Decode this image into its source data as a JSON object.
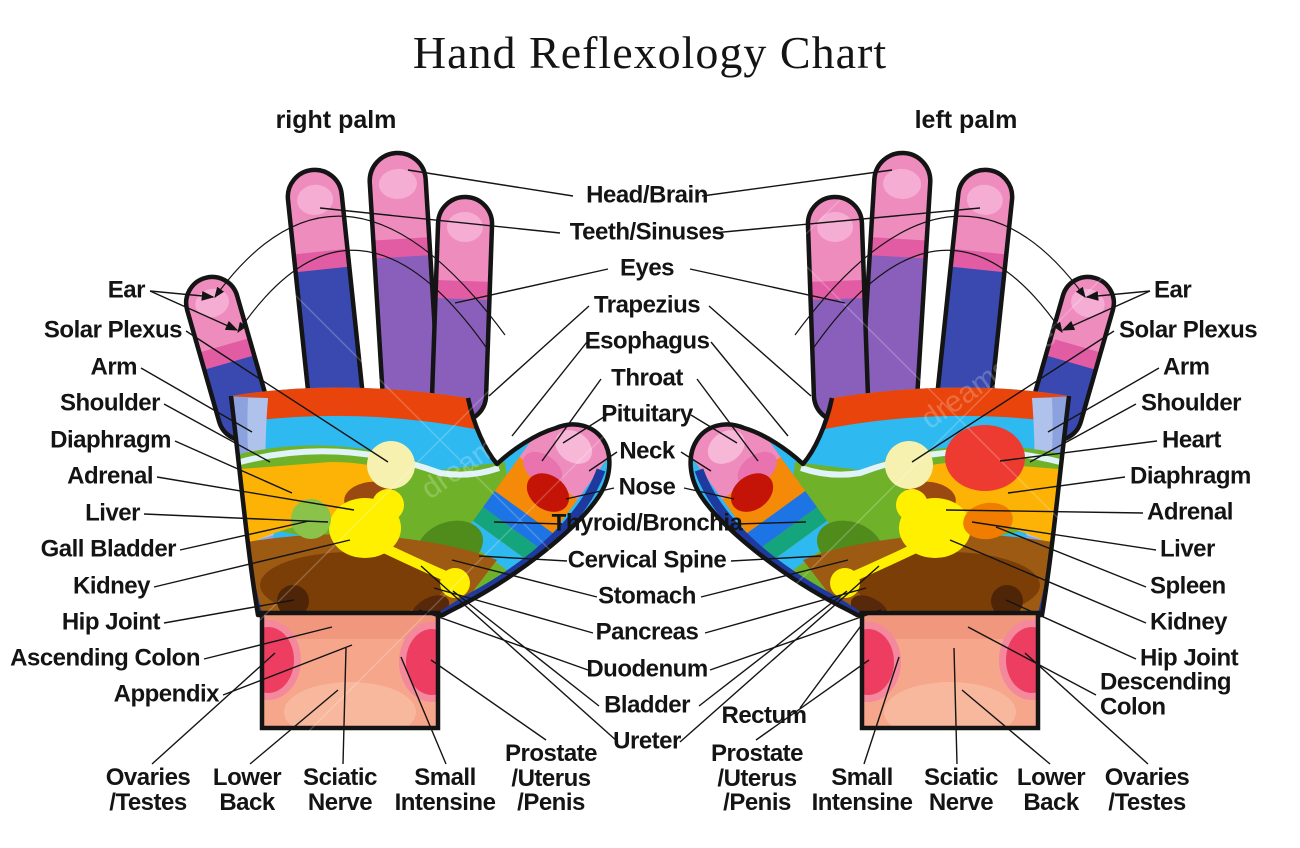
{
  "title": "Hand Reflexology Chart",
  "subtitles": {
    "right_hand": "right palm",
    "left_hand": "left palm"
  },
  "watermark": "dreamstime",
  "labels": {
    "left": [
      "Ear",
      "Solar Plexus",
      "Arm",
      "Shoulder",
      "Diaphragm",
      "Adrenal",
      "Liver",
      "Gall Bladder",
      "Kidney",
      "Hip Joint",
      "Ascending Colon",
      "Appendix"
    ],
    "center": [
      "Head/Brain",
      "Teeth/Sinuses",
      "Eyes",
      "Trapezius",
      "Esophagus",
      "Throat",
      "Pituitary",
      "Neck",
      "Nose",
      "Thyroid/Bronchia",
      "Cervical Spine",
      "Stomach",
      "Pancreas",
      "Duodenum",
      "Bladder",
      "Ureter"
    ],
    "right": [
      "Ear",
      "Solar Plexus",
      "Arm",
      "Shoulder",
      "Heart",
      "Diaphragm",
      "Adrenal",
      "Liver",
      "Spleen",
      "Kidney",
      "Hip Joint",
      "Descending Colon"
    ],
    "bottom_left": [
      "Ovaries\n/Testes",
      "Lower\nBack",
      "Sciatic\nNerve",
      "Small\nIntensine",
      "Prostate\n/Uterus\n/Penis"
    ],
    "bottom_right": [
      "Rectum",
      "Prostate\n/Uterus\n/Penis",
      "Small\nIntensine",
      "Sciatic\nNerve",
      "Lower\nBack",
      "Ovaries\n/Testes"
    ]
  },
  "colors": {
    "fingertip_pink": "#EF8CBE",
    "fingertip_highlight": "#F6ADD3",
    "fingertip_band": "#E25CA4",
    "finger_blue": "#3A49B0",
    "finger_purple": "#8A5FBB",
    "palm_cyan": "#2EB9F0",
    "trapezius_red": "#E8440B",
    "shoulder_periwinkle": "#8CA2DF",
    "liver_yellow": "#FCB305",
    "stomach_green": "#6FB22A",
    "dark_green": "#4F8C1C",
    "colon_brown": "#9C5A12",
    "inner_brown": "#7C3E07",
    "kidney_yellow": "#FFF000",
    "solar_plexus_pale": "#F6F1AE",
    "wrist_salmon": "#F6A68B",
    "point_red": "#ED3E62",
    "heart_red": "#EE3B31",
    "spleen_orange": "#F07D00",
    "gall_green": "#8BC34A",
    "thumb_orange": "#F58908",
    "neck_darkred": "#C41407",
    "navy_edge": "#1E3A9E",
    "outline": "#141414"
  }
}
